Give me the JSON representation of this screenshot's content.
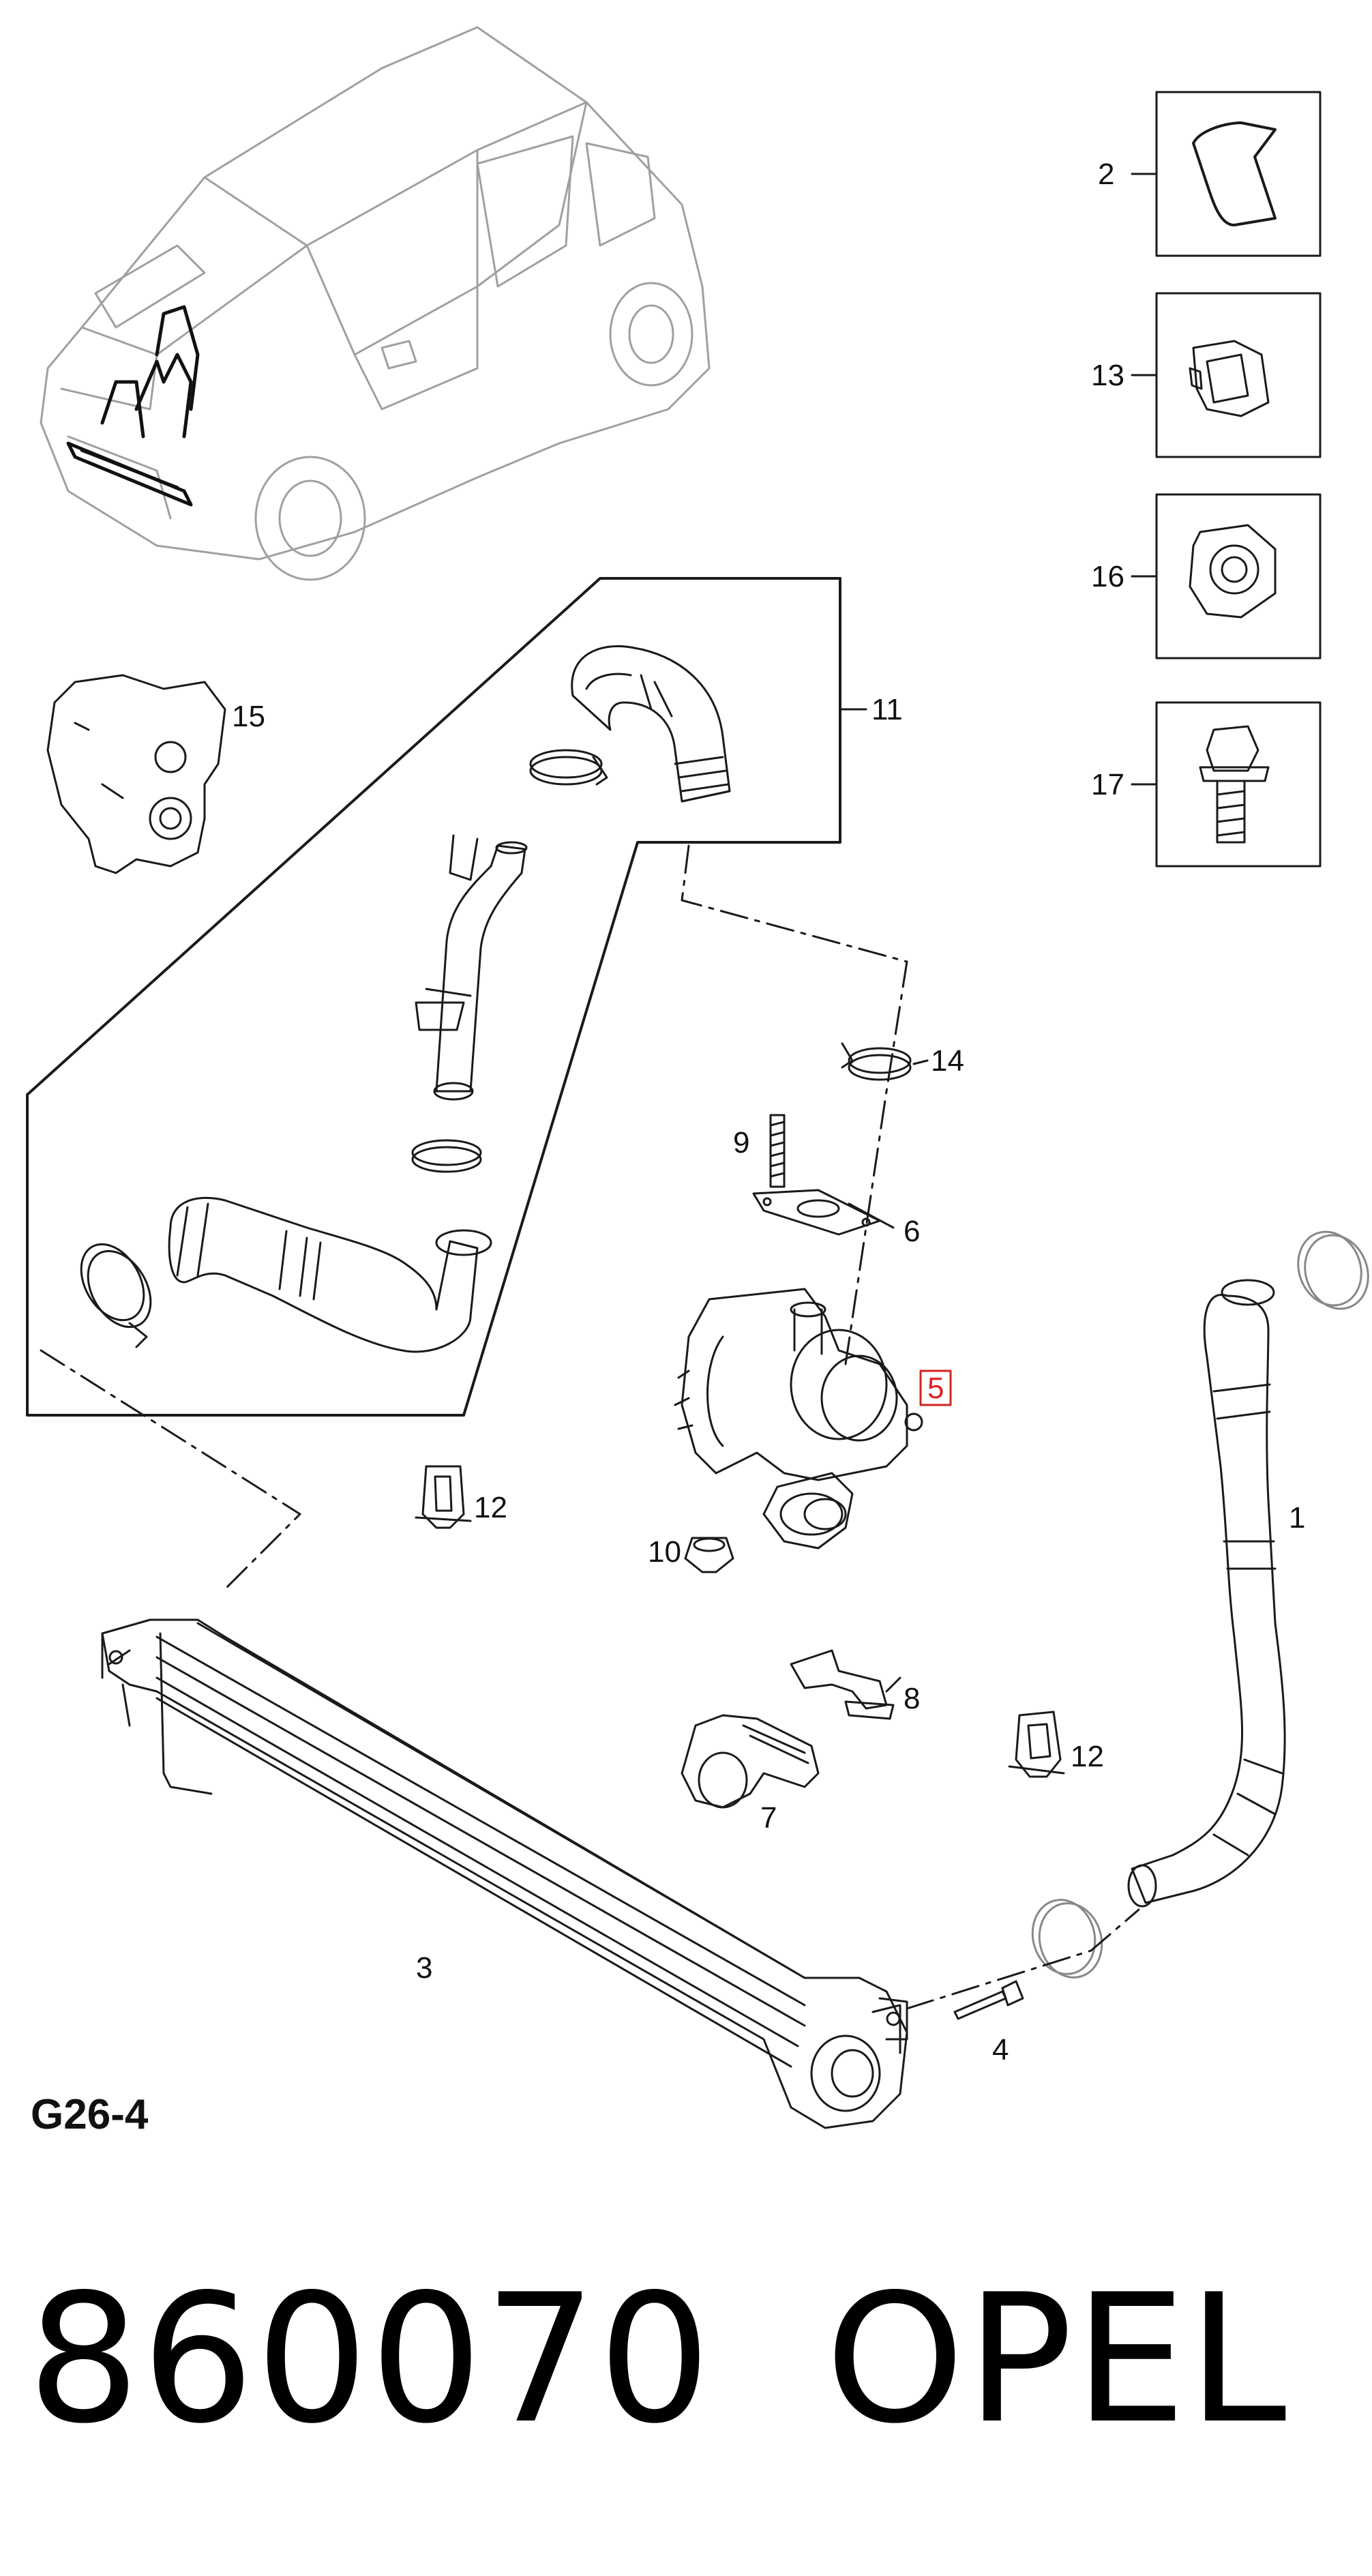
{
  "diagram": {
    "code": "G26-4",
    "part_number": "860070",
    "brand": "OPEL",
    "highlighted_callout": "5",
    "callouts": {
      "c1": "1",
      "c2": "2",
      "c3": "3",
      "c4": "4",
      "c5": "5",
      "c6": "6",
      "c7": "7",
      "c8": "8",
      "c9": "9",
      "c10": "10",
      "c11": "11",
      "c12a": "12",
      "c12b": "12",
      "c13": "13",
      "c14": "14",
      "c15": "15",
      "c16": "16",
      "c17": "17"
    }
  },
  "colors": {
    "line": "#1a1a1a",
    "light_line": "#9a9a9a",
    "highlight": "#d22222",
    "background": "#ffffff"
  },
  "icons": [
    "car-illustration",
    "clip-icon",
    "grommet-icon",
    "flange-nut-icon",
    "bolt-icon",
    "turbocharger-icon",
    "intercooler-icon",
    "hose-icon",
    "hose-clamp-icon",
    "bracket-icon",
    "heat-shield-icon"
  ]
}
